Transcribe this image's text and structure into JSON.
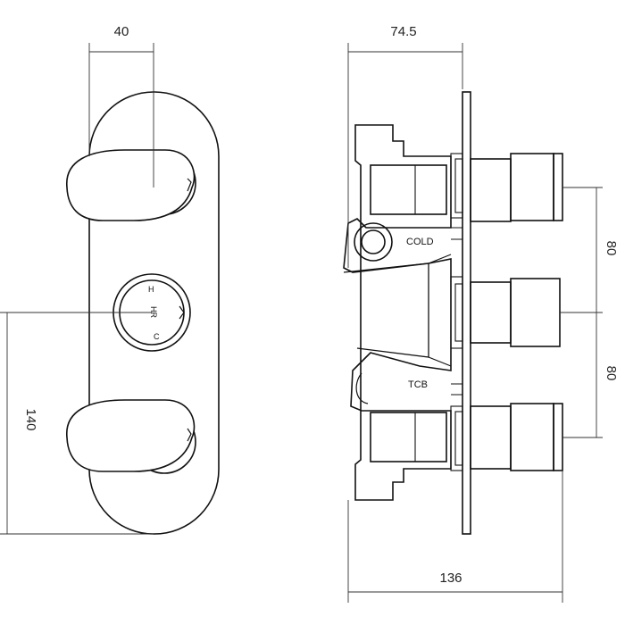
{
  "dimensions": {
    "front_width": "40",
    "front_height": "140",
    "side_depth": "74.5",
    "side_overall": "136",
    "spacing_upper": "80",
    "spacing_lower": "80"
  },
  "labels": {
    "cold": "COLD",
    "tcb": "TCB",
    "dial_h": "H",
    "dial_hr": "HR",
    "dial_c": "C"
  }
}
